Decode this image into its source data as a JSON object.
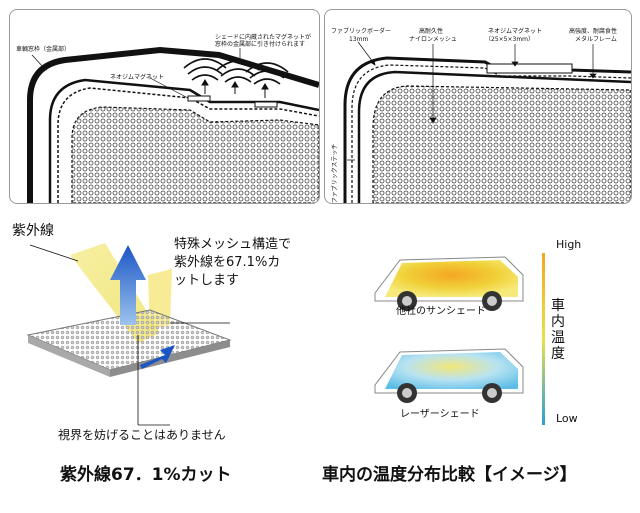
{
  "left_panel": {
    "label_frame": "車輌窓枠（金属部）",
    "label_magnet": "ネオジムマグネット",
    "label_note_line1": "シェードに内蔵されたマグネットが",
    "label_note_line2": "窓枠の金属部に引き付けられます"
  },
  "right_panel": {
    "label_border_line1": "ファブリックボーダー",
    "label_border_line2": "13mm",
    "label_mesh_line1": "高耐久性",
    "label_mesh_line2": "ナイロンメッシュ",
    "label_magnet_line1": "ネオジムマグネット",
    "label_magnet_line2": "（25×5×3mm）",
    "label_frame_line1": "高強度、耐腐食性",
    "label_frame_line2": "メタルフレーム",
    "label_stitch": "ファブリックステッチ"
  },
  "uv": {
    "label_uv": "紫外線",
    "desc_line1": "特殊メッシュ構造で",
    "desc_line2": "紫外線を67.1%カ",
    "desc_line3": "ットします",
    "visibility_note": "視界を妨げることはありません",
    "caption": "紫外線67．1%カット"
  },
  "temperature": {
    "label_high": "High",
    "label_low": "Low",
    "vertical_label": "車内温度",
    "car_other": "他社のサンシェード",
    "car_laser": "レーザーシェード",
    "caption": "車内の温度分布比較【イメージ】"
  },
  "colors": {
    "hot": "#f5a623",
    "cold": "#2a9fd8",
    "uv_arrow": "#1b55c4",
    "uv_beam": "#f2e15c"
  }
}
